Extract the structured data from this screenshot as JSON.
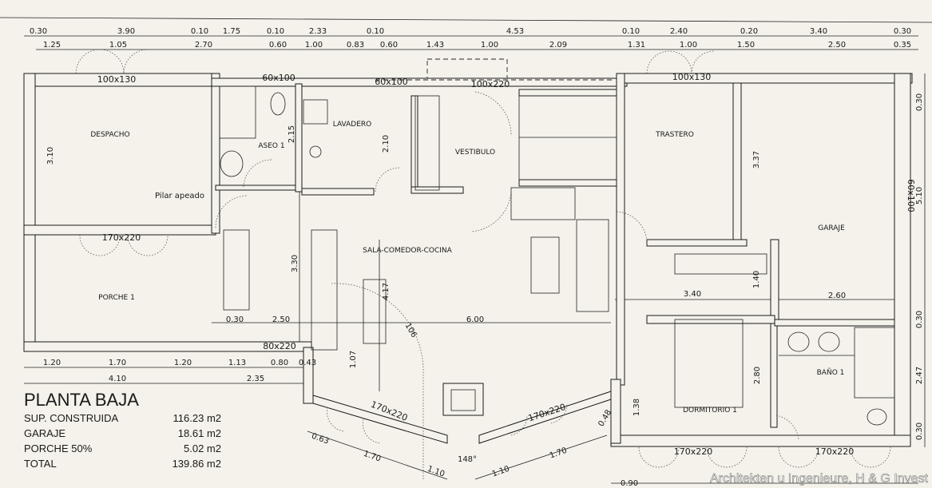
{
  "rooms": {
    "despacho": "DESPACHO",
    "pilar": "Pilar apeado",
    "porche": "PORCHE 1",
    "aseo": "ASEO 1",
    "lavadero": "LAVADERO",
    "vestibulo": "VESTIBULO",
    "sala": "SALA-COMEDOR-COCINA",
    "trastero": "TRASTERO",
    "garaje": "GARAJE",
    "dormitorio": "DORMITORIO 1",
    "bano": "BAÑO 1"
  },
  "top_dims_row1": [
    "0.30",
    "3.90",
    "0.10",
    "1.75",
    "0.10",
    "2.33",
    "0.10",
    "4.53",
    "0.10",
    "2.40",
    "0.20",
    "3.40",
    "0.30"
  ],
  "top_dims_row2": [
    "1.25",
    "1.05",
    "2.70",
    "0.60",
    "1.00",
    "0.83",
    "0.60",
    "1.43",
    "1.00",
    "2.09",
    "1.31",
    "1.00",
    "1.50",
    "2.50",
    "0.35"
  ],
  "right_dims": [
    "0.30",
    "5.10",
    "0.30",
    "2.47",
    "0.30"
  ],
  "bottom_dims_row1": [
    "1.20",
    "1.70",
    "1.20",
    "1.13",
    "0.80",
    "0.43"
  ],
  "bottom_dims_row2": [
    "4.10",
    "2.35"
  ],
  "interior_dims": [
    "3.10",
    "2.15",
    "2.10",
    "3.37",
    "3.30",
    "4.17",
    "0.30",
    "2.50",
    "6.00",
    "1.40",
    "3.40",
    "2.60",
    "1.07",
    "2.80",
    "1.38"
  ],
  "bay_dims": [
    "0.63",
    "1.70",
    "1.10",
    "1.10",
    "1.70",
    "0.48",
    "0.90"
  ],
  "angles": [
    "106",
    "148°"
  ],
  "openings": [
    "100x130",
    "60x100",
    "60x100",
    "100x220",
    "100x130",
    "60x100",
    "170x220",
    "80x220",
    "170x220",
    "170x220",
    "170x220",
    "170x220"
  ],
  "legend": {
    "title": "PLANTA BAJA",
    "rows": [
      {
        "label": "SUP. CONSTRUIDA",
        "value": "116.23 m2"
      },
      {
        "label": "GARAJE",
        "value": "18.61 m2"
      },
      {
        "label": "PORCHE 50%",
        "value": "5.02 m2"
      },
      {
        "label": "TOTAL",
        "value": "139.86 m2"
      }
    ]
  },
  "watermark": "Architekten u Ingenieure, H & G Invest"
}
